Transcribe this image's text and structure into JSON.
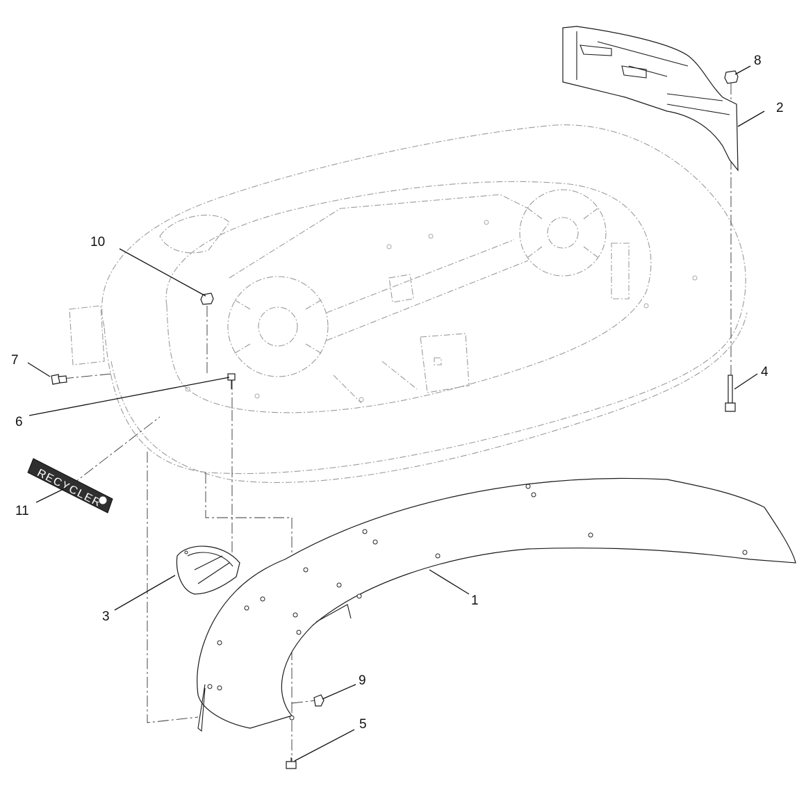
{
  "diagram": {
    "callouts": [
      {
        "id": "c1",
        "label": "1"
      },
      {
        "id": "c2",
        "label": "2"
      },
      {
        "id": "c3",
        "label": "3"
      },
      {
        "id": "c4",
        "label": "4"
      },
      {
        "id": "c5",
        "label": "5"
      },
      {
        "id": "c6",
        "label": "6"
      },
      {
        "id": "c7",
        "label": "7"
      },
      {
        "id": "c8",
        "label": "8"
      },
      {
        "id": "c9",
        "label": "9"
      },
      {
        "id": "c10",
        "label": "10"
      },
      {
        "id": "c11",
        "label": "11"
      }
    ],
    "decal_text": "RECYCLER"
  }
}
